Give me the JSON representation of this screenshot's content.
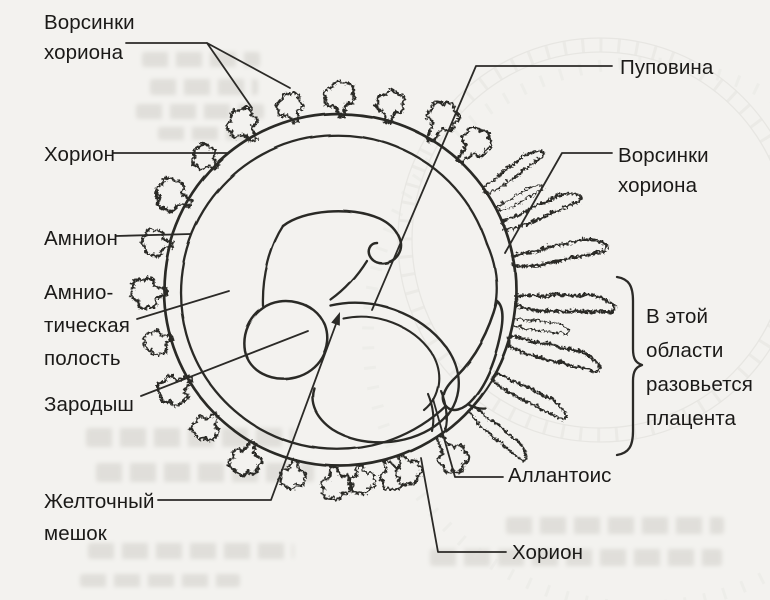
{
  "figure_type": "textbook-embryo-diagram",
  "colors": {
    "page_bg": "#f3f2ef",
    "ink": "#2b2a27",
    "text": "#1b1a18",
    "bleed": "#e3e2de"
  },
  "labels": {
    "villi_top_left": [
      "Ворсинки",
      "хориона"
    ],
    "chorion_left": "Хорион",
    "amnion_left": "Амнион",
    "amniotic_cavity": [
      "Амнио-",
      "тическая",
      "полость"
    ],
    "embryo_left": "Зародыш",
    "yolk_sac": [
      "Желточный",
      "мешок"
    ],
    "umbilical_cord": "Пуповина",
    "villi_right": [
      "Ворсинки",
      "хориона"
    ],
    "placenta_region_note": [
      "В этой",
      "области",
      "разовьется",
      "плацента"
    ],
    "allantois": "Аллантоис",
    "chorion_bottom": "Хорион"
  }
}
